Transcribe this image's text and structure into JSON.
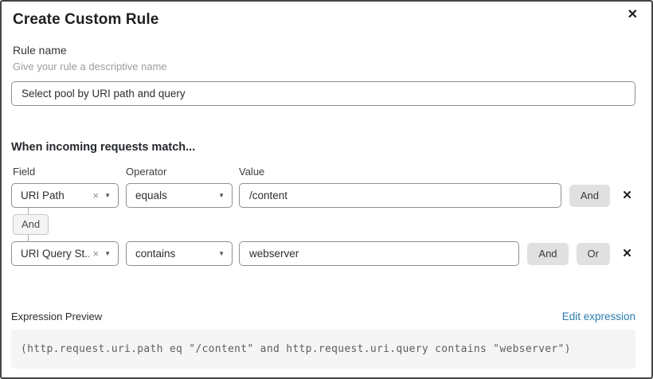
{
  "modal": {
    "title": "Create Custom Rule"
  },
  "icons": {
    "close": "✕",
    "remove": "✕",
    "clear": "×",
    "caret": "▼"
  },
  "rule_name": {
    "label": "Rule name",
    "hint": "Give your rule a descriptive name",
    "value": "Select pool by URI path and query"
  },
  "matcher": {
    "heading": "When incoming requests match...",
    "columns": {
      "field": "Field",
      "operator": "Operator",
      "value": "Value"
    },
    "connector_label": "And",
    "and_label": "And",
    "or_label": "Or",
    "rows": [
      {
        "field": "URI Path",
        "operator": "equals",
        "value": "/content"
      },
      {
        "field": "URI Query St...",
        "operator": "contains",
        "value": "webserver"
      }
    ]
  },
  "expression": {
    "label": "Expression Preview",
    "edit_link": "Edit expression",
    "code": "(http.request.uri.path eq \"/content\" and http.request.uri.query contains \"webserver\")"
  },
  "colors": {
    "link_accent": "#2c7cb0",
    "button_bg": "#e0e0e0",
    "input_border": "#8f8f8f",
    "code_bg": "#f5f5f5"
  }
}
